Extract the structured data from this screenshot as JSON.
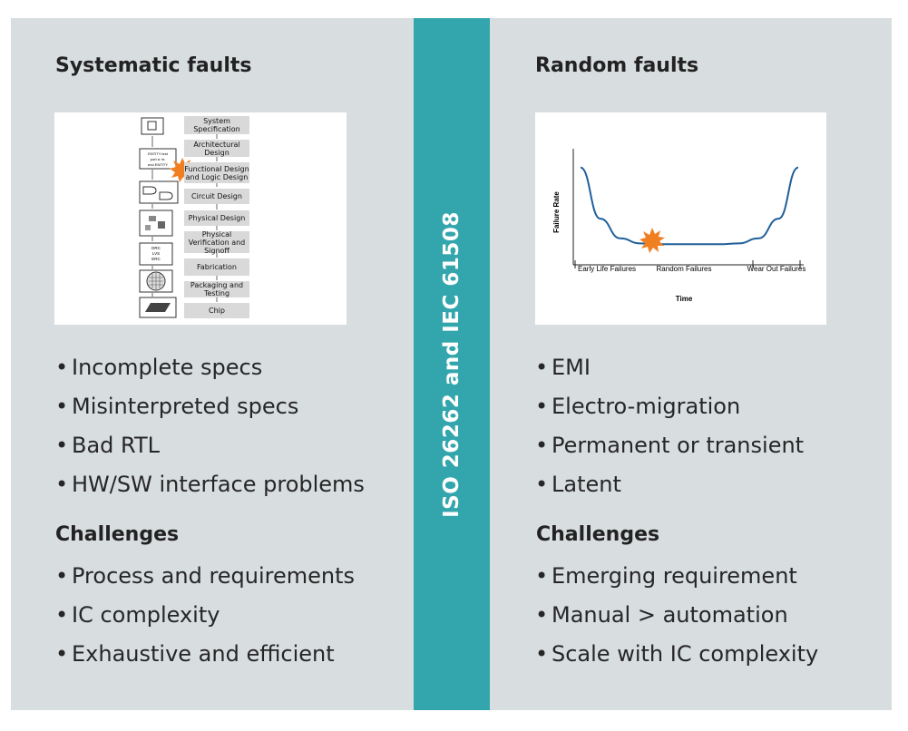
{
  "center_band": {
    "text": "ISO 26262 and IEC 61508"
  },
  "left": {
    "title": "Systematic faults",
    "flow": {
      "steps": [
        "System Specification",
        "Architectural Design",
        "Functional Design and Logic Design",
        "Circuit Design",
        "Physical Design",
        "Physical Verification and Signoff",
        "Fabrication",
        "Packaging and Testing",
        "Chip"
      ],
      "icon_labels": {
        "entity": "ENTITY test port a: in; end ENTITY",
        "checks": "DRC LVS ERC"
      }
    },
    "bullets": [
      "Incomplete specs",
      "Misinterpreted specs",
      "Bad RTL",
      "HW/SW interface problems"
    ],
    "challenges_title": "Challenges",
    "challenges": [
      "Process and requirements",
      "IC complexity",
      "Exhaustive and efficient"
    ]
  },
  "right": {
    "title": "Random faults",
    "chart": {
      "ylabel": "Failure Rate",
      "xlabel": "Time",
      "regions": [
        "Early Life Failures",
        "Random Failures",
        "Wear Out Failures"
      ]
    },
    "bullets": [
      "EMI",
      "Electro-migration",
      "Permanent or transient",
      "Latent"
    ],
    "challenges_title": "Challenges",
    "challenges": [
      "Emerging requirement",
      "Manual > automation",
      "Scale with IC complexity"
    ]
  },
  "colors": {
    "panel": "#d8dde0",
    "band": "#33a6ad",
    "burst": "#f07f22"
  },
  "chart_data": {
    "type": "line",
    "title": "",
    "xlabel": "Time",
    "ylabel": "Failure Rate",
    "series": [
      {
        "values": [
          0.95,
          0.35,
          0.12,
          0.06,
          0.05,
          0.05,
          0.05,
          0.05,
          0.06,
          0.12,
          0.35,
          0.95
        ]
      }
    ],
    "annotations": [
      "Early Life Failures",
      "Random Failures",
      "Wear Out Failures"
    ]
  }
}
